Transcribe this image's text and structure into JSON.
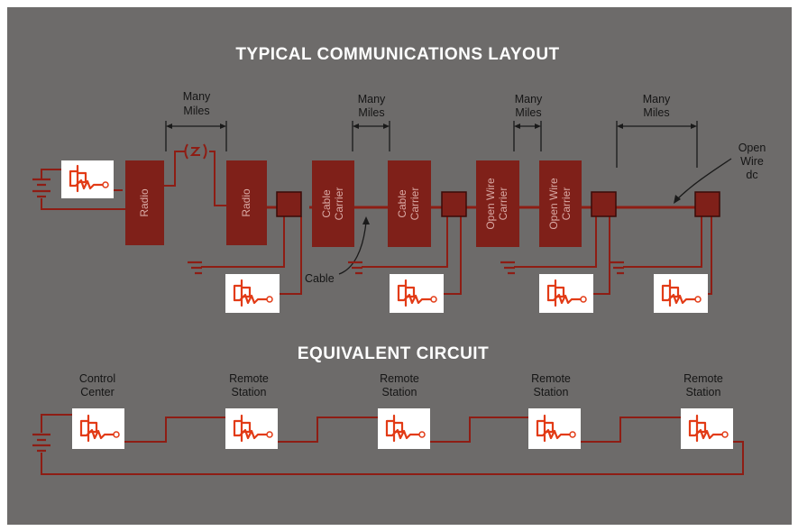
{
  "layout": {
    "title": "TYPICAL COMMUNICATIONS LAYOUT",
    "distance_labels": [
      {
        "line1": "Many",
        "line2": "Miles"
      },
      {
        "line1": "Many",
        "line2": "Miles"
      },
      {
        "line1": "Many",
        "line2": "Miles"
      },
      {
        "line1": "Many",
        "line2": "Miles"
      }
    ],
    "equipment": [
      {
        "line1": "Radio",
        "line2": ""
      },
      {
        "line1": "Radio",
        "line2": ""
      },
      {
        "line1": "Cable",
        "line2": "Carrier"
      },
      {
        "line1": "Cable",
        "line2": "Carrier"
      },
      {
        "line1": "Open Wire",
        "line2": "Carrier"
      },
      {
        "line1": "Open Wire",
        "line2": "Carrier"
      }
    ],
    "cable_label": "Cable",
    "open_wire_label": {
      "line1": "Open",
      "line2": "Wire",
      "line3": "dc"
    }
  },
  "equivalent": {
    "title": "EQUIVALENT CIRCUIT",
    "stations": [
      {
        "line1": "Control",
        "line2": "Center"
      },
      {
        "line1": "Remote",
        "line2": "Station"
      },
      {
        "line1": "Remote",
        "line2": "Station"
      },
      {
        "line1": "Remote",
        "line2": "Station"
      },
      {
        "line1": "Remote",
        "line2": "Station"
      }
    ]
  },
  "colors": {
    "background": "#6d6b6a",
    "equipment": "#7f2019",
    "wire": "#8e1d14",
    "symbol": "#e23b16",
    "title_text": "#ffffff"
  },
  "icons": {
    "station_symbol": "station-circuit-icon",
    "battery": "battery-icon",
    "ground": "ground-icon",
    "radio_link": "radio-wave-icon"
  }
}
